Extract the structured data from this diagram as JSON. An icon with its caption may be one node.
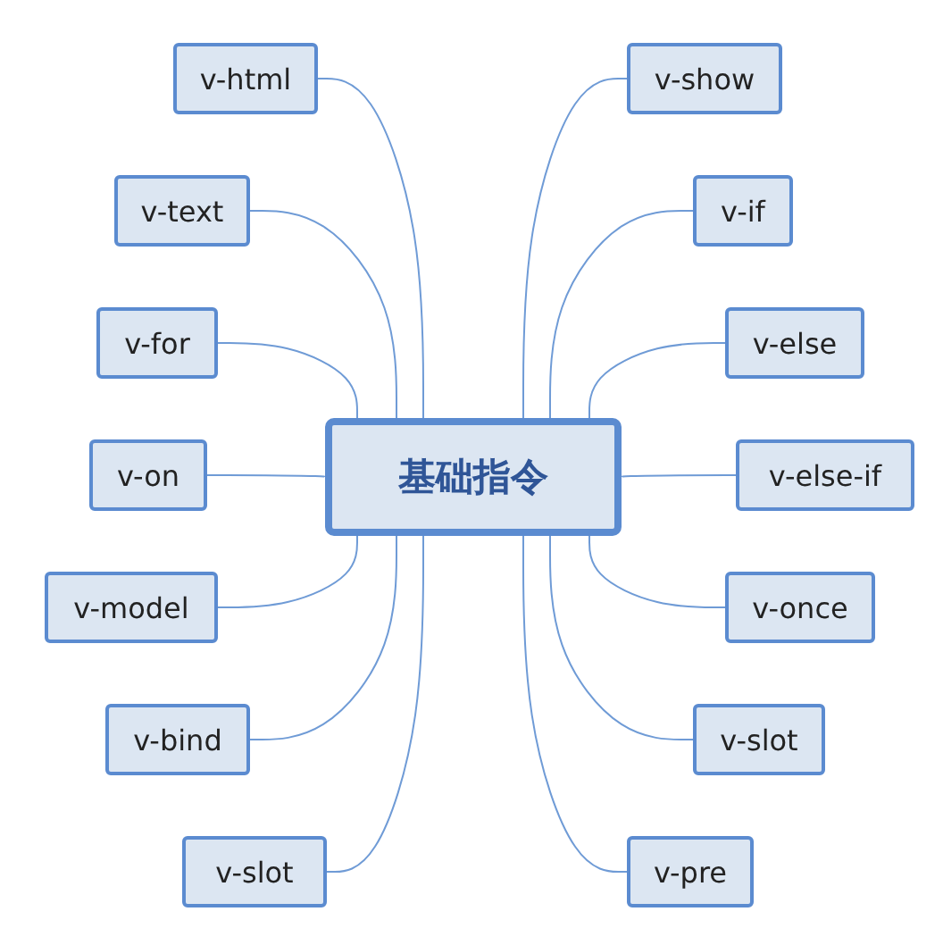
{
  "diagram": {
    "nodes": [
      {
        "text": [
          "基础指令"
        ]
      },
      {
        "text": [
          "v-html"
        ]
      },
      {
        "text": [
          "v-text"
        ]
      },
      {
        "text": [
          "v-for"
        ]
      },
      {
        "text": [
          "v-on"
        ]
      },
      {
        "text": [
          "v-model"
        ]
      },
      {
        "text": [
          "v-bind"
        ]
      },
      {
        "text": [
          "v-slot"
        ]
      },
      {
        "text": [
          "v-show"
        ]
      },
      {
        "text": [
          "v-if"
        ]
      },
      {
        "text": [
          "v-else"
        ]
      },
      {
        "text": [
          "v-else-if"
        ]
      },
      {
        "text": [
          "v-once"
        ]
      },
      {
        "text": [
          "v-slot"
        ]
      },
      {
        "text": [
          "v-pre"
        ]
      }
    ],
    "edges": [
      {
        "from": 0,
        "to": 1,
        "arrow": "none"
      },
      {
        "from": 0,
        "to": 2,
        "arrow": "none"
      },
      {
        "from": 0,
        "to": 3,
        "arrow": "none"
      },
      {
        "from": 0,
        "to": 4,
        "arrow": "none"
      },
      {
        "from": 0,
        "to": 5,
        "arrow": "none"
      },
      {
        "from": 0,
        "to": 6,
        "arrow": "none"
      },
      {
        "from": 0,
        "to": 7,
        "arrow": "none"
      },
      {
        "from": 0,
        "to": 8,
        "arrow": "none"
      },
      {
        "from": 0,
        "to": 9,
        "arrow": "none"
      },
      {
        "from": 0,
        "to": 10,
        "arrow": "none"
      },
      {
        "from": 0,
        "to": 11,
        "arrow": "none"
      },
      {
        "from": 0,
        "to": 12,
        "arrow": "none"
      },
      {
        "from": 0,
        "to": 13,
        "arrow": "none"
      },
      {
        "from": 0,
        "to": 14,
        "arrow": "none"
      }
    ]
  }
}
